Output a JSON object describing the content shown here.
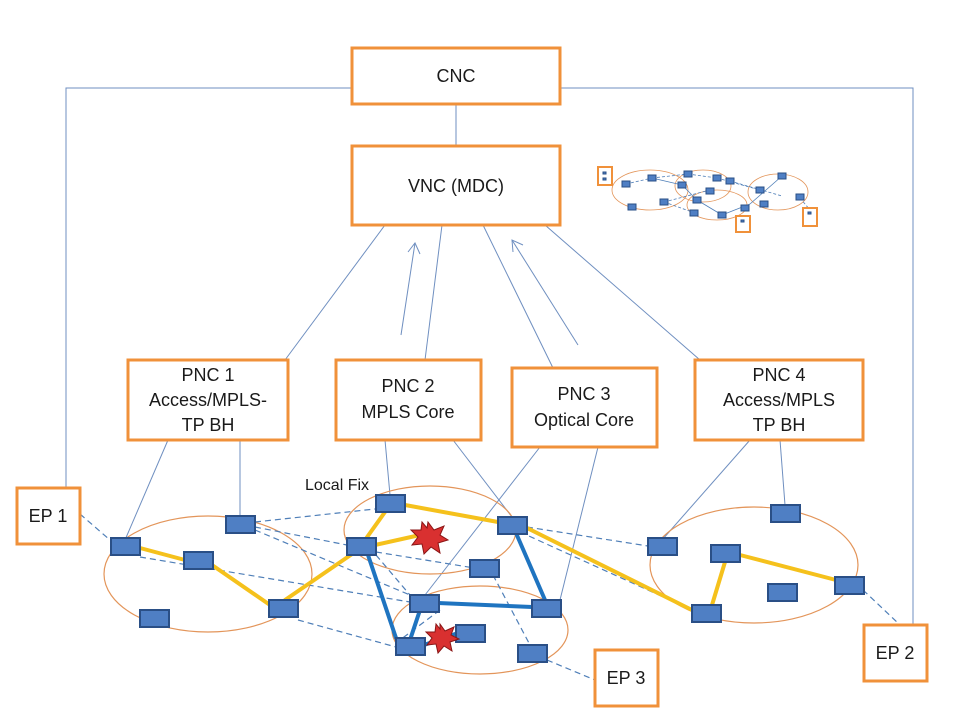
{
  "controllers": {
    "cnc": "CNC",
    "vnc": "VNC (MDC)",
    "pnc1": [
      "PNC 1",
      "Access/MPLS-",
      "TP BH"
    ],
    "pnc2": [
      "PNC 2",
      "MPLS Core"
    ],
    "pnc3": [
      "PNC 3",
      "Optical Core"
    ],
    "pnc4": [
      "PNC 4",
      "Access/MPLS",
      "TP BH"
    ]
  },
  "endpoints": {
    "ep1": "EP 1",
    "ep2": "EP 2",
    "ep3": "EP 3"
  },
  "annotation": {
    "local_fix": "Local Fix"
  },
  "colors": {
    "box_border": "#f0913a",
    "node_fill": "#4f7fc4",
    "working_path": "#f5c11c",
    "protection_path": "#1f74c0",
    "failure_marker": "#d93030"
  },
  "icons": {
    "failure": "explosion-icon"
  }
}
